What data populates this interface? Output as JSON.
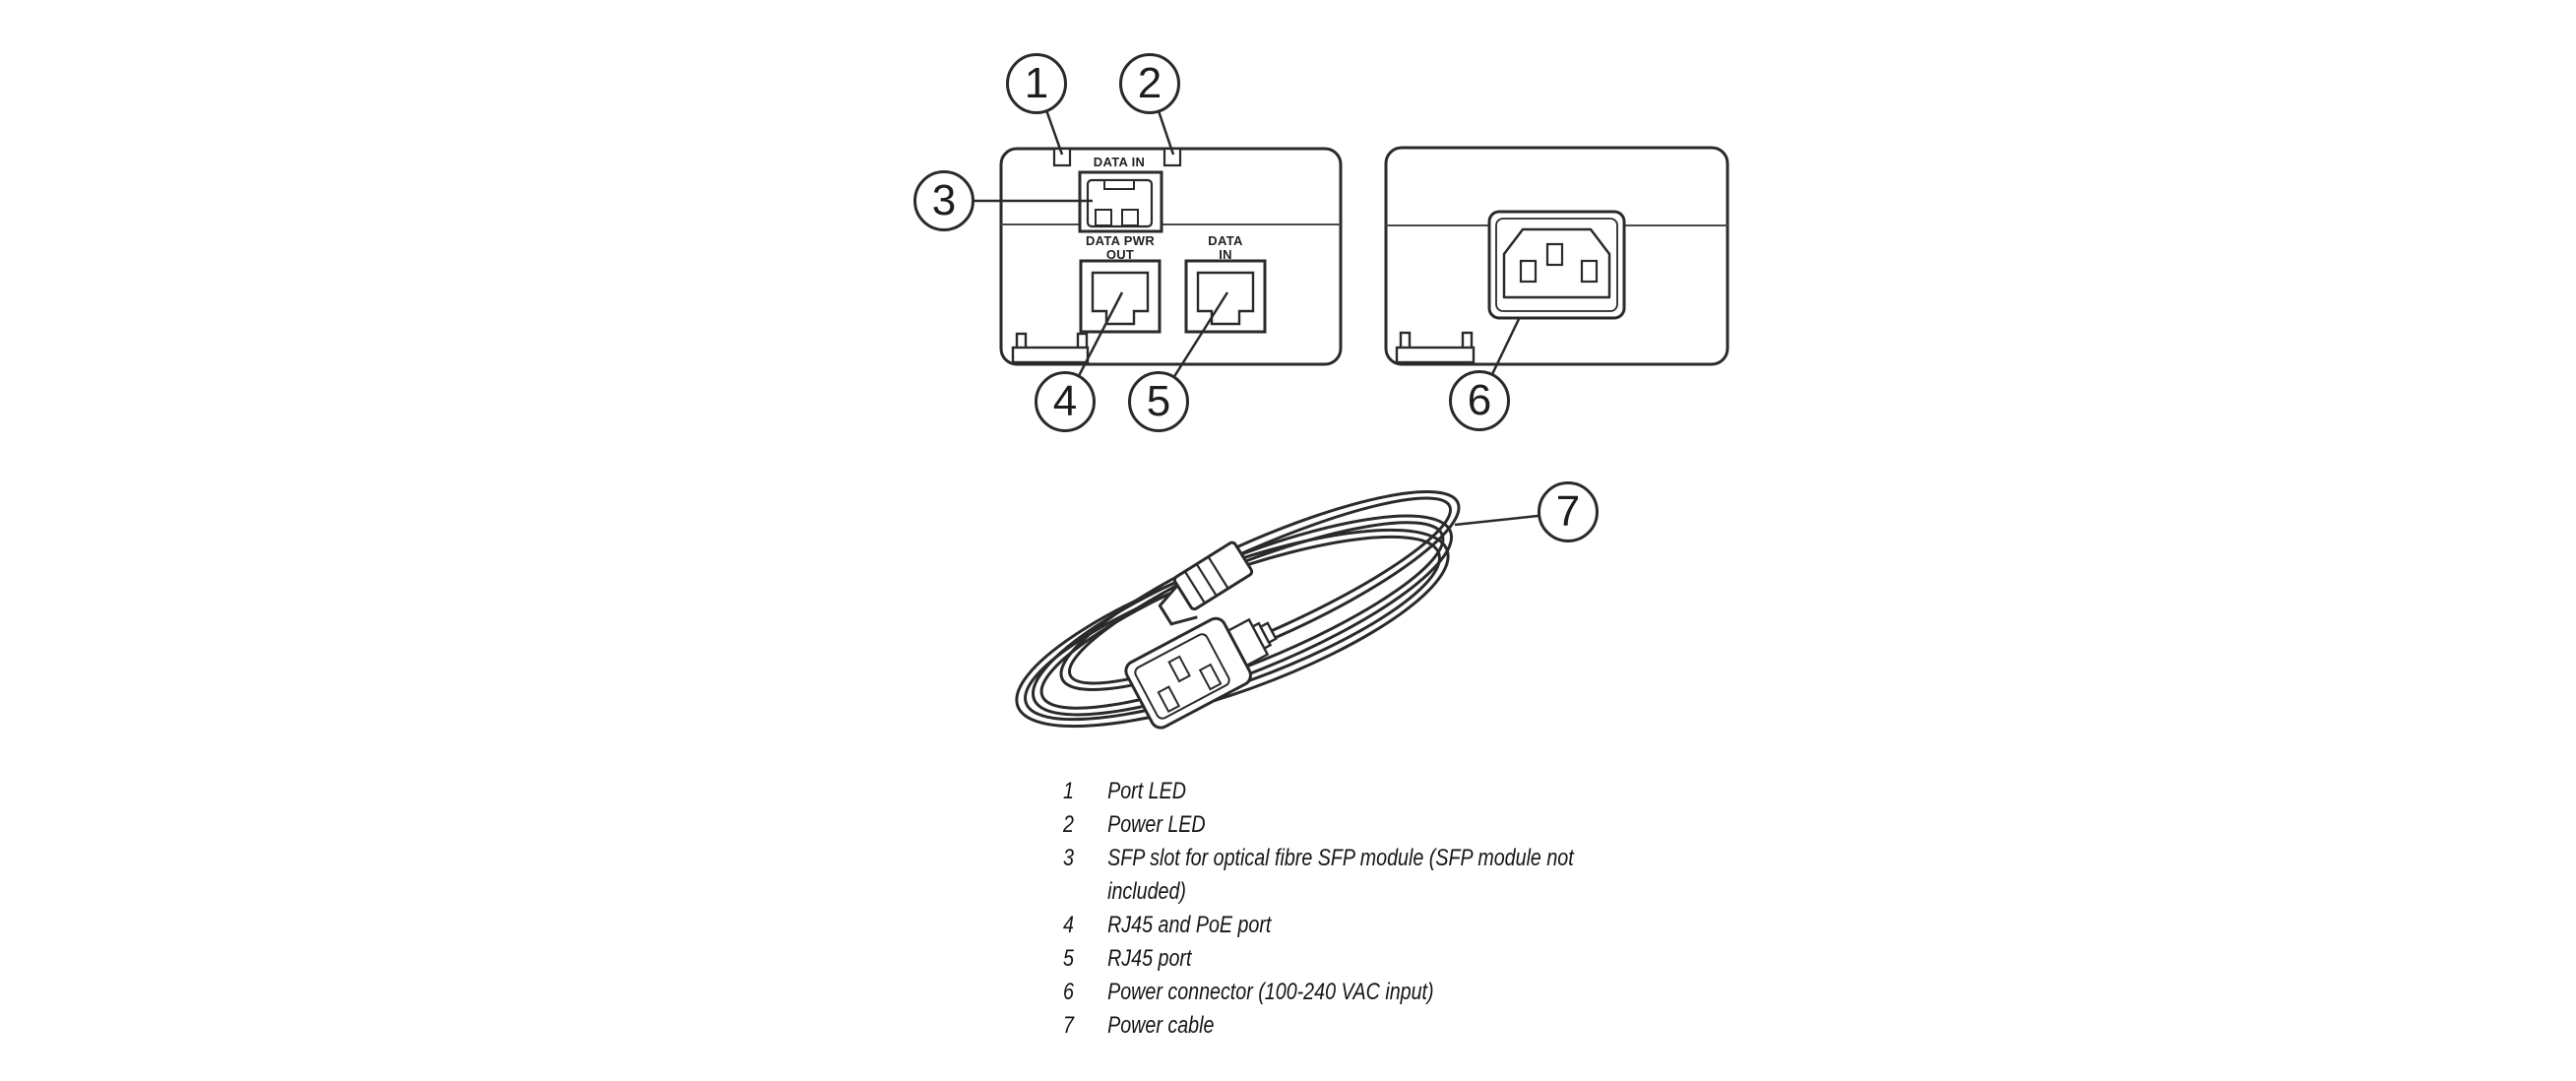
{
  "figure": {
    "background": "#ffffff",
    "line_color": "#2a2a2a",
    "text_color": "#141414"
  },
  "front_panel": {
    "sfp_label": "DATA IN",
    "poe_port_label": "DATA PWR\nOUT",
    "data_port_label": "DATA\nIN"
  },
  "callouts": [
    {
      "number": "1",
      "label": "Port LED"
    },
    {
      "number": "2",
      "label": "Power LED"
    },
    {
      "number": "3",
      "label": "SFP slot for optical fibre SFP module (SFP module not included)"
    },
    {
      "number": "4",
      "label": "RJ45 and PoE port"
    },
    {
      "number": "5",
      "label": "RJ45 port"
    },
    {
      "number": "6",
      "label": "Power connector (100-240 VAC input)"
    },
    {
      "number": "7",
      "label": "Power cable"
    }
  ]
}
